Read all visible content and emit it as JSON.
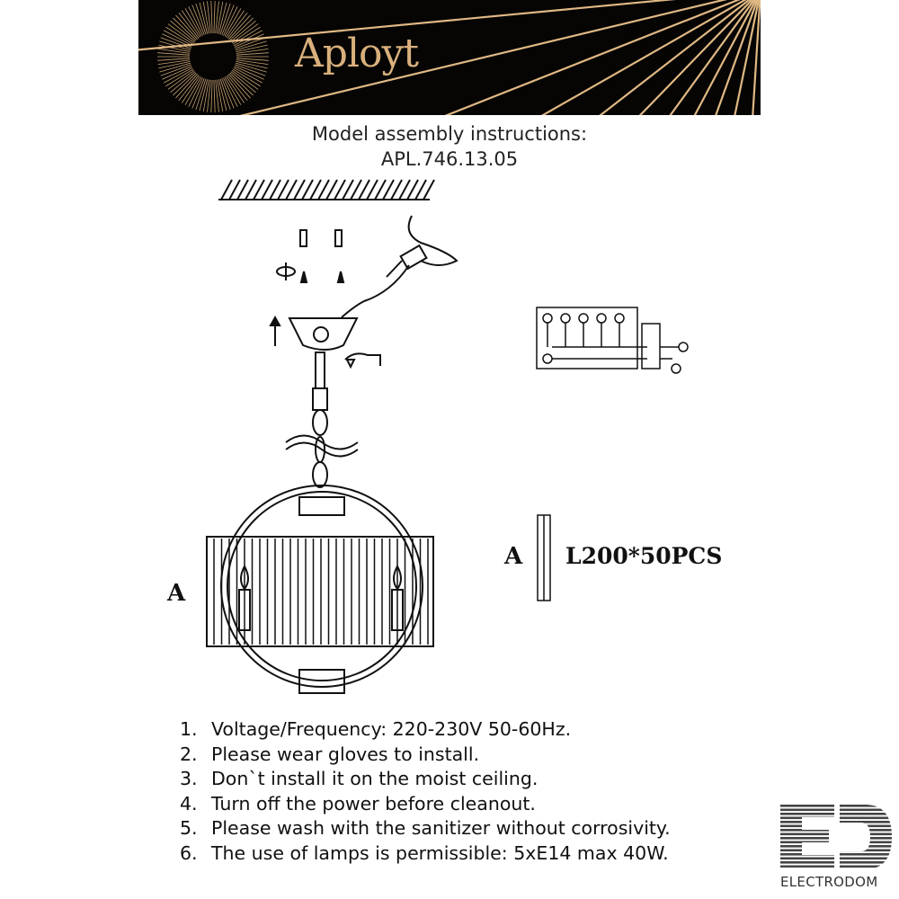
{
  "header": {
    "brand": "Aployt",
    "accent_color": "#d9b07c",
    "background_color": "#060504"
  },
  "title": {
    "line1": "Model assembly instructions:",
    "line2": "APL.746.13.05"
  },
  "diagram": {
    "part_label": "A",
    "parts_list_label": "A",
    "parts_spec": "L200*50PCS"
  },
  "notes": [
    {
      "num": "1.",
      "text": "Voltage/Frequency: 220-230V 50-60Hz."
    },
    {
      "num": "2.",
      "text": "Please wear gloves to install."
    },
    {
      "num": "3.",
      "text": "Don`t install it on the moist ceiling."
    },
    {
      "num": "4.",
      "text": "Turn off the power before cleanout."
    },
    {
      "num": "5.",
      "text": "Please wash with the sanitizer without corrosivity."
    },
    {
      "num": "6.",
      "text": "The use of lamps is permissible: 5xE14 max 40W."
    }
  ],
  "footer_logo": {
    "text": "ELECTRODOM"
  }
}
